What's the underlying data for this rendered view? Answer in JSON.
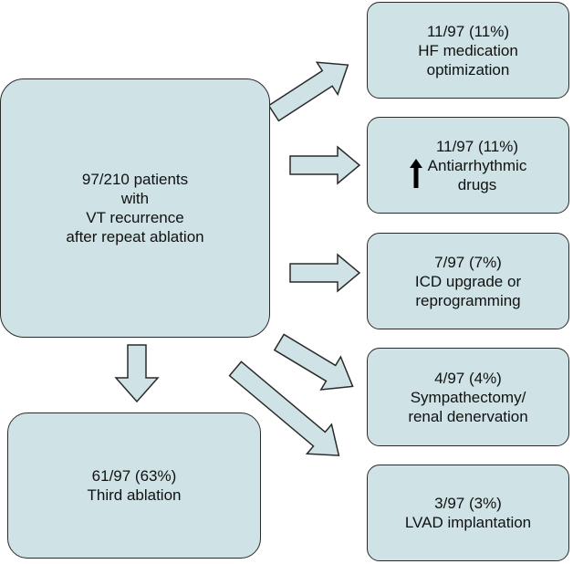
{
  "source_box": {
    "lines": [
      "97/210 patients",
      "with",
      "VT recurrence",
      "after repeat ablation"
    ]
  },
  "third_ablation_box": {
    "lines": [
      "61/97 (63%)",
      "Third ablation"
    ]
  },
  "outcome_boxes": [
    {
      "key": "hf",
      "lines": [
        "11/97 (11%)",
        "HF medication",
        "optimization"
      ]
    },
    {
      "key": "aad",
      "icon": "up-arrow-icon",
      "lines": [
        "11/97 (11%)",
        "Antiarrhythmic",
        "drugs"
      ]
    },
    {
      "key": "icd",
      "lines": [
        "7/97 (7%)",
        "ICD upgrade or",
        "reprogramming"
      ]
    },
    {
      "key": "symp",
      "lines": [
        "4/97 (4%)",
        "Sympathectomy/",
        "renal denervation"
      ]
    },
    {
      "key": "lvad",
      "lines": [
        "3/97 (3%)",
        "LVAD implantation"
      ]
    }
  ]
}
